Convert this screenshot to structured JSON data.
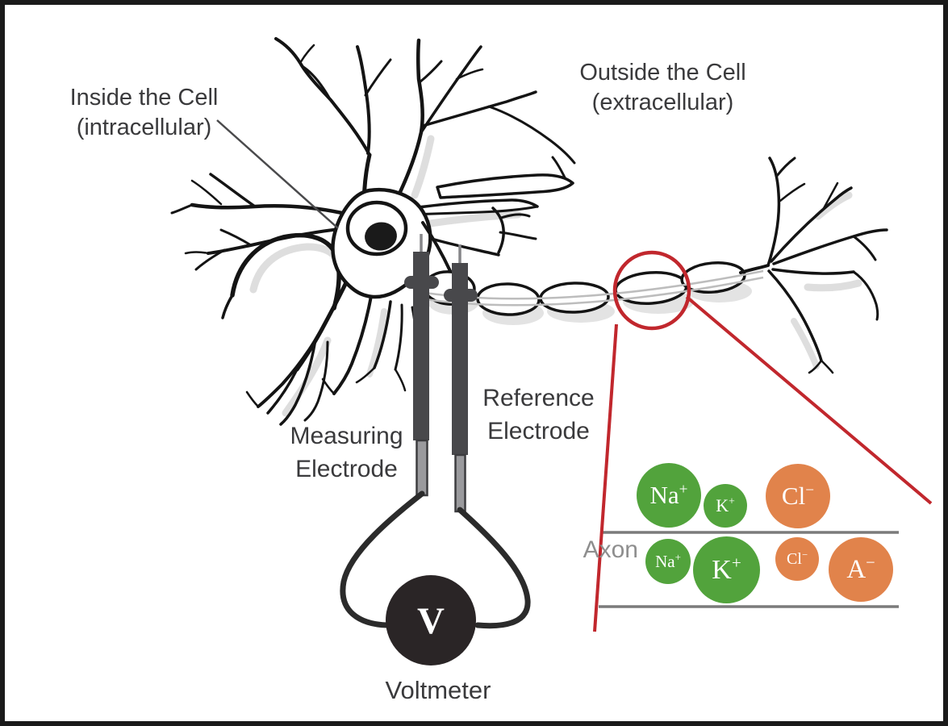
{
  "regions": {
    "inside_cell": {
      "line1": "Inside the Cell",
      "line2": "(intracellular)"
    },
    "outside_cell": {
      "line1": "Outside the Cell",
      "line2": "(extracellular)"
    }
  },
  "electrodes": {
    "measuring": {
      "line1": "Measuring",
      "line2": "Electrode"
    },
    "reference": {
      "line1": "Reference",
      "line2": "Electrode"
    }
  },
  "voltmeter": {
    "symbol": "V",
    "label": "Voltmeter"
  },
  "inset": {
    "axon_label": "Axon",
    "outside_ions": [
      {
        "base": "Na",
        "charge": "+",
        "size": "large",
        "color": "green"
      },
      {
        "base": "K",
        "charge": "+",
        "size": "small",
        "color": "green"
      },
      {
        "base": "Cl",
        "charge": "−",
        "size": "large",
        "color": "orange"
      }
    ],
    "inside_ions": [
      {
        "base": "Na",
        "charge": "+",
        "size": "small",
        "color": "green"
      },
      {
        "base": "K",
        "charge": "+",
        "size": "large",
        "color": "green"
      },
      {
        "base": "Cl",
        "charge": "−",
        "size": "small",
        "color": "orange"
      },
      {
        "base": "A",
        "charge": "−",
        "size": "large",
        "color": "orange"
      }
    ]
  },
  "colors": {
    "ion_positive_green": "#52a33c",
    "ion_negative_orange": "#e1834b",
    "annotation_red": "#c1272d",
    "electrode_gray": "#48484b",
    "membrane_gray": "#7b7b7b",
    "ink_black": "#141414",
    "shadow_gray": "#dedede",
    "text_dark": "#3a3a3c",
    "text_gray": "#8e8e8e",
    "voltmeter_black": "#2a2526"
  }
}
